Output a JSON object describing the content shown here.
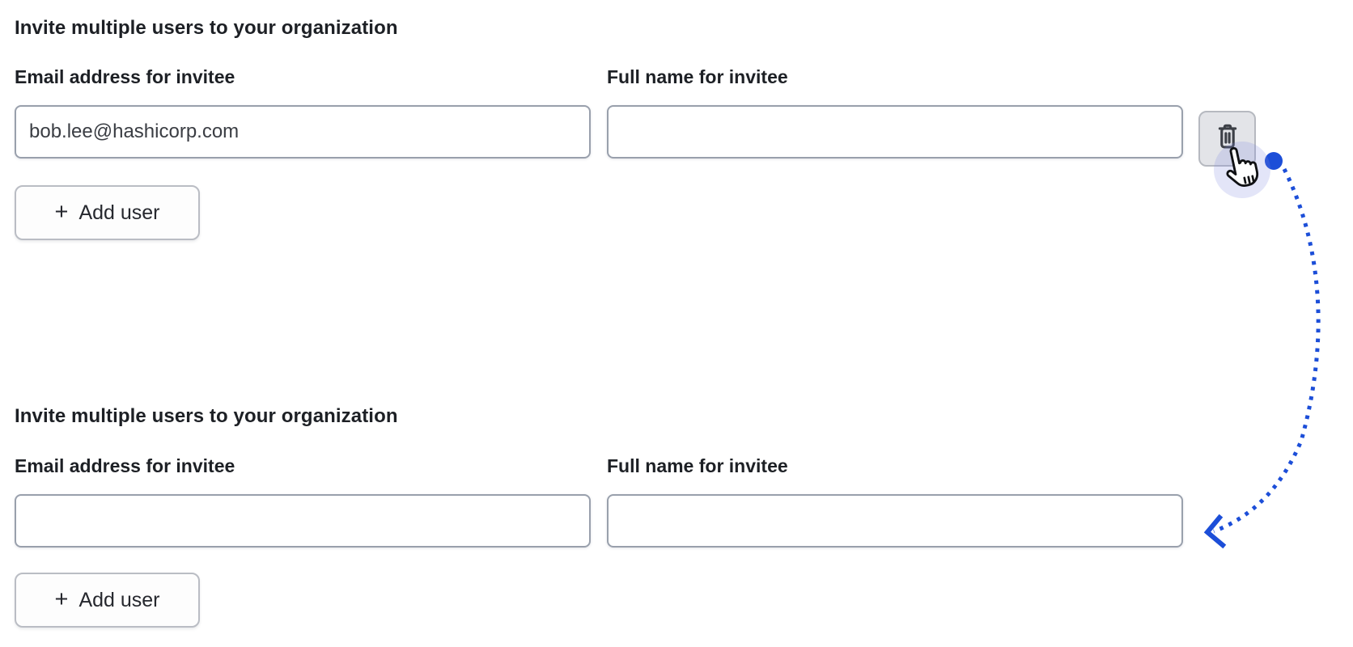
{
  "colors": {
    "accent_blue": "#1c4ed8",
    "heading_text": "#1d2025",
    "input_border": "#99a0ac",
    "button_border": "#babdc4",
    "delete_button_bg": "#e3e4e8",
    "trash_icon": "#3d4047",
    "cursor_halo": "rgba(126,137,225,0.22)"
  },
  "sections": [
    {
      "heading": "Invite multiple users to your organization",
      "email_field": {
        "label": "Email address for invitee",
        "value": "bob.lee@hashicorp.com"
      },
      "name_field": {
        "label": "Full name for invitee",
        "value": ""
      },
      "delete_row_button": {
        "icon": "trash-icon"
      },
      "add_user_button": {
        "plus_sign": "+",
        "label": "Add user"
      }
    },
    {
      "heading": "Invite multiple users to your organization",
      "email_field": {
        "label": "Email address for invitee",
        "value": ""
      },
      "name_field": {
        "label": "Full name for invitee",
        "value": ""
      },
      "add_user_button": {
        "plus_sign": "+",
        "label": "Add user"
      }
    }
  ],
  "annotation": {
    "cursor_icon": "hand-pointer-cursor",
    "arrow_icon": "dotted-curved-arrow",
    "arrow_meaning": "clicking delete on first form row leads to second (row removed) state"
  }
}
